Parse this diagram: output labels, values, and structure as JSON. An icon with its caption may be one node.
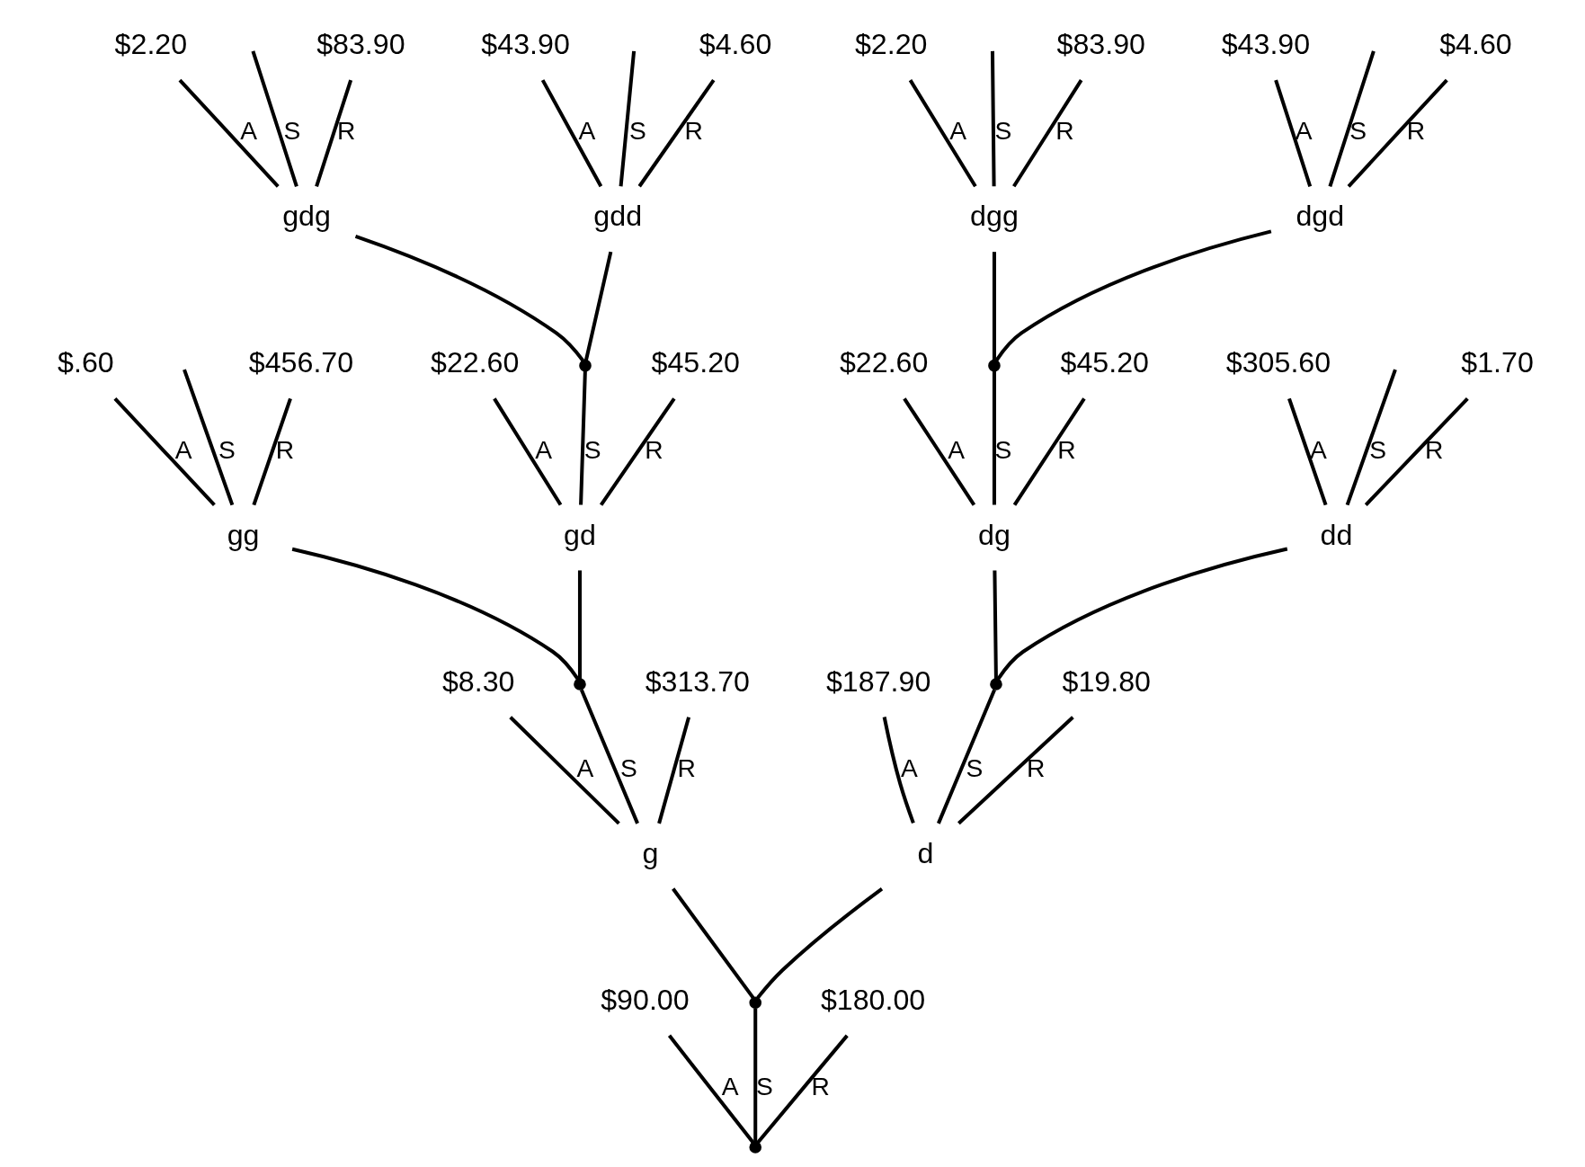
{
  "diagram": {
    "nodes": [
      {
        "text": [],
        "shape": "point"
      },
      {
        "text": [
          "$90.00"
        ]
      },
      {
        "text": [],
        "shape": "point"
      },
      {
        "text": [
          "$180.00"
        ]
      },
      {
        "text": [
          "g"
        ]
      },
      {
        "text": [
          "d"
        ]
      },
      {
        "text": [
          "$8.30"
        ]
      },
      {
        "text": [],
        "shape": "point"
      },
      {
        "text": [
          "$313.70"
        ]
      },
      {
        "text": [
          "gg"
        ]
      },
      {
        "text": [
          "gd"
        ]
      },
      {
        "text": [
          "$.60"
        ]
      },
      {
        "text": [
          "$456.70"
        ]
      },
      {
        "text": [
          "$22.60"
        ]
      },
      {
        "text": [],
        "shape": "point"
      },
      {
        "text": [
          "$45.20"
        ]
      },
      {
        "text": [
          "gdg"
        ]
      },
      {
        "text": [
          "gdd"
        ]
      },
      {
        "text": [
          "$2.20"
        ]
      },
      {
        "text": [
          "$83.90"
        ]
      },
      {
        "text": [
          "$43.90"
        ]
      },
      {
        "text": [
          "$4.60"
        ]
      },
      {
        "text": [
          "$187.90"
        ]
      },
      {
        "text": [],
        "shape": "point"
      },
      {
        "text": [
          "$19.80"
        ]
      },
      {
        "text": [
          "dg"
        ]
      },
      {
        "text": [
          "dd"
        ]
      },
      {
        "text": [
          "$22.60"
        ]
      },
      {
        "text": [],
        "shape": "point"
      },
      {
        "text": [
          "$45.20"
        ]
      },
      {
        "text": [
          "dgg"
        ]
      },
      {
        "text": [
          "dgd"
        ]
      },
      {
        "text": [
          "$2.20"
        ]
      },
      {
        "text": [
          "$83.90"
        ]
      },
      {
        "text": [
          "$43.90"
        ]
      },
      {
        "text": [
          "$4.60"
        ]
      },
      {
        "text": [
          "$305.60"
        ]
      },
      {
        "text": [
          "$1.70"
        ]
      }
    ],
    "edges": [
      {
        "from": 0,
        "to": 1,
        "arrow": "none",
        "label": "A"
      },
      {
        "from": 0,
        "to": 2,
        "arrow": "none",
        "label": "S"
      },
      {
        "from": 0,
        "to": 3,
        "arrow": "none",
        "label": "R"
      },
      {
        "from": 2,
        "to": 4,
        "arrow": "none"
      },
      {
        "from": 2,
        "to": 5,
        "arrow": "none"
      },
      {
        "from": 4,
        "to": 6,
        "arrow": "none",
        "label": "A"
      },
      {
        "from": 4,
        "to": 7,
        "arrow": "none",
        "label": "S"
      },
      {
        "from": 4,
        "to": 8,
        "arrow": "none",
        "label": "R"
      },
      {
        "from": 7,
        "to": 9,
        "arrow": "none"
      },
      {
        "from": 7,
        "to": 10,
        "arrow": "none"
      },
      {
        "from": 9,
        "to": 11,
        "arrow": "none",
        "label": "A"
      },
      {
        "from": 9,
        "to": null,
        "arrow": "none",
        "label": "S"
      },
      {
        "from": 9,
        "to": 12,
        "arrow": "none",
        "label": "R"
      },
      {
        "from": 10,
        "to": 13,
        "arrow": "none",
        "label": "A"
      },
      {
        "from": 10,
        "to": 14,
        "arrow": "none",
        "label": "S"
      },
      {
        "from": 10,
        "to": 15,
        "arrow": "none",
        "label": "R"
      },
      {
        "from": 14,
        "to": 16,
        "arrow": "none"
      },
      {
        "from": 14,
        "to": 17,
        "arrow": "none"
      },
      {
        "from": 16,
        "to": 18,
        "arrow": "none",
        "label": "A"
      },
      {
        "from": 16,
        "to": null,
        "arrow": "none",
        "label": "S"
      },
      {
        "from": 16,
        "to": 19,
        "arrow": "none",
        "label": "R"
      },
      {
        "from": 17,
        "to": 20,
        "arrow": "none",
        "label": "A"
      },
      {
        "from": 17,
        "to": null,
        "arrow": "none",
        "label": "S"
      },
      {
        "from": 17,
        "to": 21,
        "arrow": "none",
        "label": "R"
      },
      {
        "from": 5,
        "to": 22,
        "arrow": "none",
        "label": "A"
      },
      {
        "from": 5,
        "to": 23,
        "arrow": "none",
        "label": "S"
      },
      {
        "from": 5,
        "to": 24,
        "arrow": "none",
        "label": "R"
      },
      {
        "from": 23,
        "to": 25,
        "arrow": "none"
      },
      {
        "from": 23,
        "to": 26,
        "arrow": "none"
      },
      {
        "from": 25,
        "to": 27,
        "arrow": "none",
        "label": "A"
      },
      {
        "from": 25,
        "to": 28,
        "arrow": "none",
        "label": "S"
      },
      {
        "from": 25,
        "to": 29,
        "arrow": "none",
        "label": "R"
      },
      {
        "from": 28,
        "to": 30,
        "arrow": "none"
      },
      {
        "from": 28,
        "to": 31,
        "arrow": "none"
      },
      {
        "from": 30,
        "to": 32,
        "arrow": "none",
        "label": "A"
      },
      {
        "from": 30,
        "to": null,
        "arrow": "none",
        "label": "S"
      },
      {
        "from": 30,
        "to": 33,
        "arrow": "none",
        "label": "R"
      },
      {
        "from": 31,
        "to": 34,
        "arrow": "none",
        "label": "A"
      },
      {
        "from": 31,
        "to": null,
        "arrow": "none",
        "label": "S"
      },
      {
        "from": 31,
        "to": 35,
        "arrow": "none",
        "label": "R"
      },
      {
        "from": 26,
        "to": 36,
        "arrow": "none",
        "label": "A"
      },
      {
        "from": 26,
        "to": null,
        "arrow": "none",
        "label": "S"
      },
      {
        "from": 26,
        "to": 37,
        "arrow": "none",
        "label": "R"
      }
    ]
  }
}
